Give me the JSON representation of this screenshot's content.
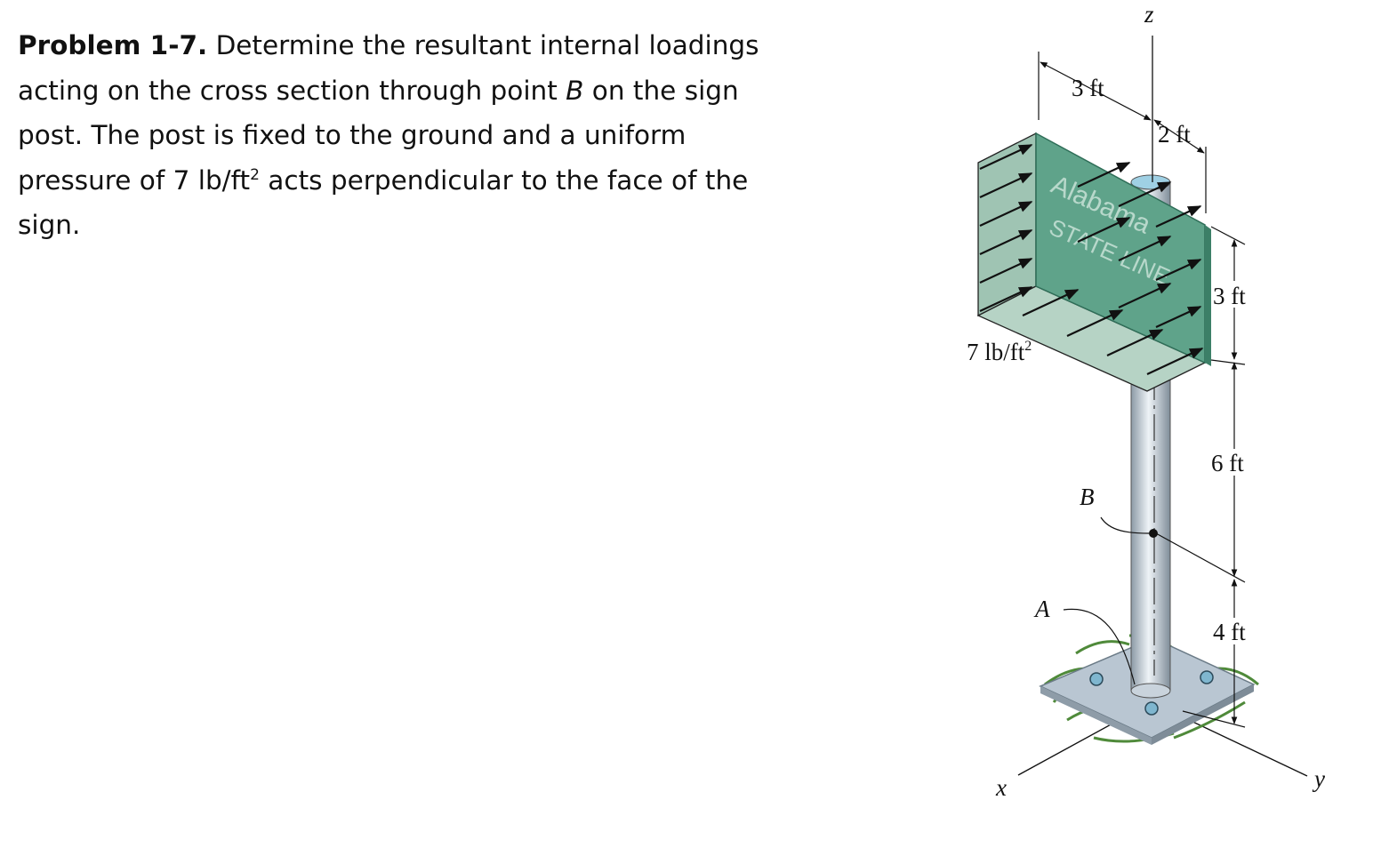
{
  "problem": {
    "heading": "Problem 1-7.",
    "text_1": " Determine the resultant internal loadings acting on the cross section through point ",
    "point": "B",
    "text_2": " on the sign post.  The post is fixed to the ground and a uniform pressure of 7 lb/ft",
    "sup": "2",
    "text_3": " acts perpendicular to the face of the sign."
  },
  "figure": {
    "axes": {
      "x": "x",
      "y": "y",
      "z": "z"
    },
    "dimensions": {
      "top_left": "3 ft",
      "top_right": "2 ft",
      "sign_height": "3 ft",
      "post_middle": "6 ft",
      "post_bottom": "4 ft"
    },
    "pressure_label": "7 lb/ft",
    "pressure_sup": "2",
    "point_b": "B",
    "point_a": "A",
    "sign_text_1": "Alabama",
    "sign_text_2": "STATE LINE",
    "colors": {
      "sign": "#5fa38a",
      "sign_edge": "#2f6e58",
      "post": "#c9d3dc",
      "grass": "#4f8a3a",
      "base": "#b9c6d2"
    }
  }
}
